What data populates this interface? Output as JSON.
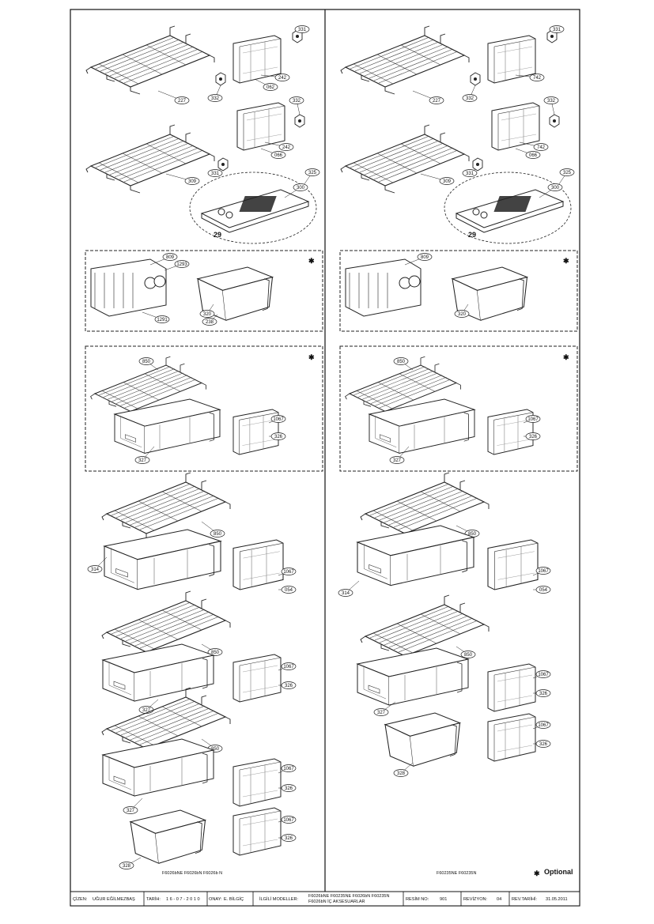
{
  "sections": {
    "left": {
      "models_note": "F6026bNE  F6026bN  F6026b N",
      "labels": {
        "rack1": "227",
        "rack2": "309",
        "clip1": "331",
        "clip2": "332",
        "clip3": "332",
        "clip4": "331",
        "shelf1a": "242",
        "shelf1b": "062",
        "shelf2a": "242",
        "shelf2b": "066",
        "tray": "325",
        "tray_ins": "300",
        "knob": "29",
        "box1": "809",
        "box1b": "1293",
        "box1c": "1291",
        "bin1": "320",
        "bin1b": "238",
        "rack3": "850",
        "drawer1": "327",
        "front1": "1067",
        "front1b": "326",
        "rack4": "850",
        "drawer2": "314",
        "front2": "1067",
        "front2b": "054",
        "rack5": "850",
        "drawer3": "327",
        "front3": "1067",
        "front3b": "326",
        "rack6": "850",
        "drawer4": "327",
        "front4": "1067",
        "front4b": "326",
        "bin2": "328",
        "front5": "1067",
        "front5b": "326"
      }
    },
    "right": {
      "models_note": "F60235NE  F60235N",
      "labels": {
        "rack1": "227",
        "rack2": "309",
        "clip1": "331",
        "clip2": "332",
        "clip3": "332",
        "clip4": "331",
        "shelf1a": "742",
        "shelf2a": "742",
        "shelf2b": "066",
        "tray": "325",
        "tray_ins": "300",
        "knob": "29",
        "box1": "809",
        "bin1": "320",
        "rack3": "850",
        "drawer1": "327",
        "front1": "1067",
        "front1b": "326",
        "rack4": "850",
        "drawer2": "314",
        "front2": "1067",
        "front2b": "054",
        "rack5": "850",
        "drawer3": "327",
        "front3": "1067",
        "front3b": "326",
        "bin2": "328",
        "front4": "1067",
        "front4b": "326"
      }
    }
  },
  "optional": {
    "symbol": "✱",
    "label": "Optional"
  },
  "title_block": {
    "drawn_label": "ÇİZEN:",
    "drawn_value": "UĞUR EĞİLMEZBAŞ",
    "date_label": "TARİH:",
    "date_value": "1 6 - 0 7 - 2 0 1 0",
    "approve_label": "ONAY:",
    "approve_value": "E. BİLGİÇ",
    "models_label": "İLGİLİ MODELLER:",
    "models_value_1": "F6026bNE  F60235NE F6026bN  F60235N",
    "models_value_2": "F6026bN İÇ AKSESUARLAR",
    "drawing_no_label": "RESİM NO:",
    "drawing_no_value": "901",
    "revision_label": "REVİZYON:",
    "revision_value": "04",
    "rev_date_label": "REV.TARİHİ:",
    "rev_date_value": "31.05.2011"
  }
}
